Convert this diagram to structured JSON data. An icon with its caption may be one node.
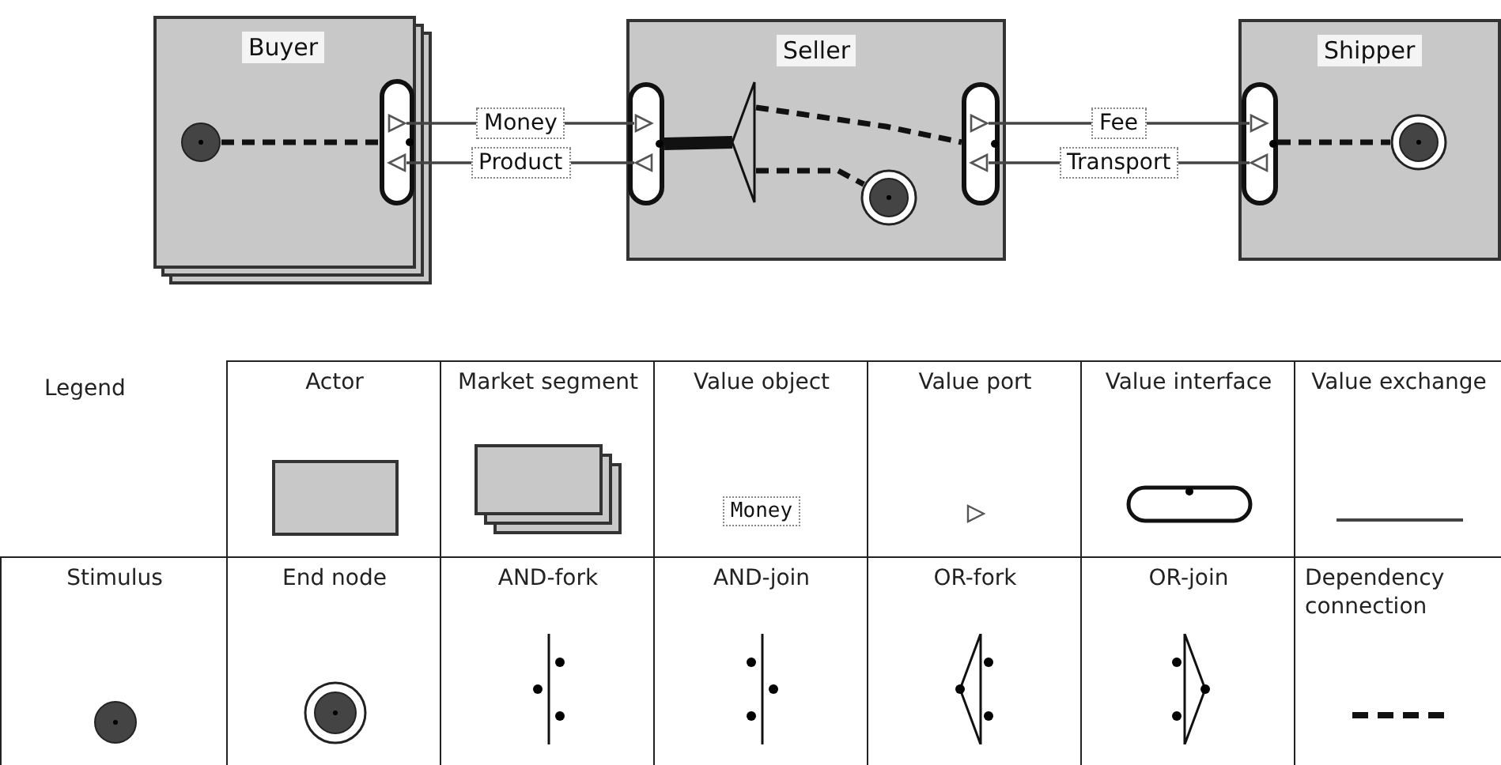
{
  "diagram": {
    "nodes": [
      {
        "text": [
          "Buyer"
        ]
      },
      {
        "text": [],
        "shape": "circle",
        "in": 0
      },
      {
        "text": [],
        "shape": "pill",
        "in": 0
      },
      {
        "text": [],
        "shape": "triangle",
        "in": 2
      },
      {
        "text": [],
        "shape": "triangle",
        "in": 2
      },
      {
        "text": [
          "Seller"
        ]
      },
      {
        "text": [],
        "shape": "pill",
        "in": 5
      },
      {
        "text": [],
        "shape": "triangle",
        "in": 6
      },
      {
        "text": [],
        "shape": "triangle",
        "in": 6
      },
      {
        "text": [],
        "shape": "triangle",
        "in": 5
      },
      {
        "text": [],
        "shape": "circle",
        "in": 5
      },
      {
        "text": [],
        "shape": "pill",
        "in": 5
      },
      {
        "text": [],
        "shape": "triangle",
        "in": 11
      },
      {
        "text": [],
        "shape": "triangle",
        "in": 11
      },
      {
        "text": [
          "Shipper"
        ]
      },
      {
        "text": [],
        "shape": "pill",
        "in": 14
      },
      {
        "text": [],
        "shape": "triangle",
        "in": 15
      },
      {
        "text": [],
        "shape": "triangle",
        "in": 15
      },
      {
        "text": [],
        "shape": "circle",
        "in": 14
      }
    ],
    "edges": [
      {
        "from": 1,
        "to": 2,
        "arrow": "none",
        "style": "dashed"
      },
      {
        "from": 3,
        "to": 7,
        "arrow": "none",
        "label": "Money"
      },
      {
        "from": 8,
        "to": 4,
        "arrow": "none",
        "label": "Product"
      },
      {
        "from": 6,
        "to": 9,
        "arrow": "none",
        "style": "thick"
      },
      {
        "from": 9,
        "to": 11,
        "arrow": "none",
        "style": "dashed"
      },
      {
        "from": 9,
        "to": 10,
        "arrow": "none",
        "style": "dashed"
      },
      {
        "from": 12,
        "to": 16,
        "arrow": "none",
        "label": "Fee"
      },
      {
        "from": 17,
        "to": 13,
        "arrow": "none",
        "label": "Transport"
      },
      {
        "from": 15,
        "to": 18,
        "arrow": "none",
        "style": "dashed"
      }
    ],
    "labels": [
      "Legend",
      "Money"
    ],
    "legend": [
      {
        "text": "Actor"
      },
      {
        "text": "Market segment"
      },
      {
        "text": "Value object"
      },
      {
        "text": "Value port"
      },
      {
        "text": "Value interface"
      },
      {
        "text": "Value exchange"
      },
      {
        "text": "Stimulus"
      },
      {
        "text": "End node"
      },
      {
        "text": "AND-fork"
      },
      {
        "text": "AND-join"
      },
      {
        "text": "OR-fork"
      },
      {
        "text": "OR-join"
      },
      {
        "text": "Dependency connection"
      }
    ]
  }
}
